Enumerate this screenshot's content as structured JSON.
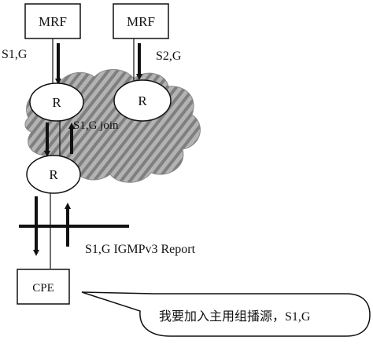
{
  "nodes": {
    "mrf_left": "MRF",
    "mrf_right": "MRF",
    "router_top_left": "R",
    "router_top_right": "R",
    "router_bottom": "R",
    "cpe": "CPE"
  },
  "labels": {
    "flow_left": "S1,G",
    "flow_right": "S2,G",
    "join": "S1,G join",
    "report": "S1,G IGMPv3 Report"
  },
  "callout": {
    "text": "我要加入主用组播源，S1,G"
  },
  "colors": {
    "line": "#111111",
    "cloud_fill": "#a9a9a9",
    "cloud_stripe": "#7d7d7d"
  }
}
